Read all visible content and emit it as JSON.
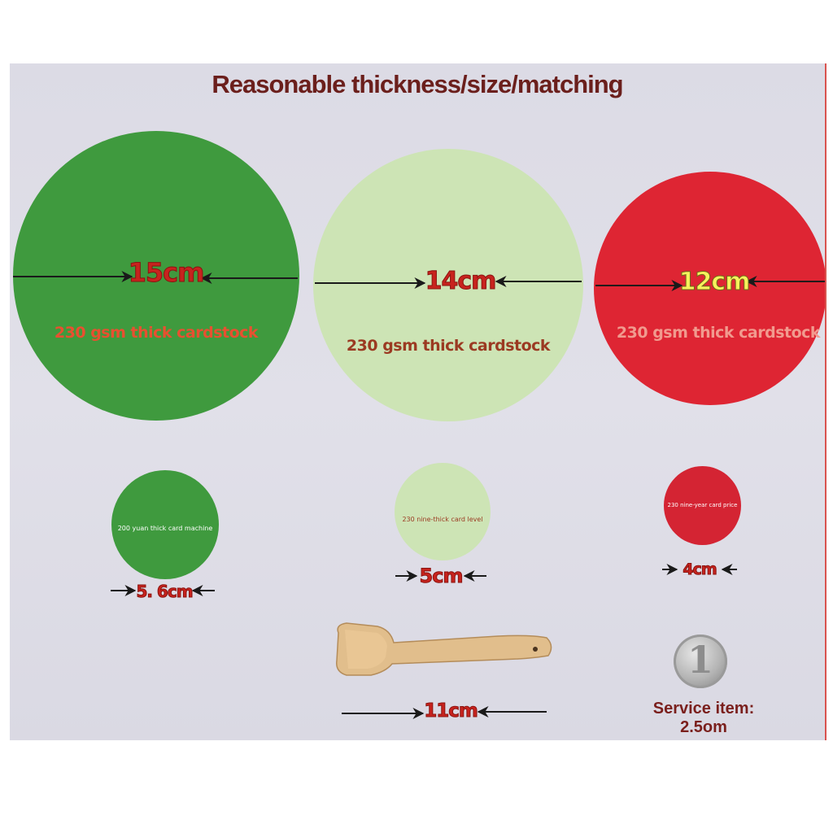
{
  "title": "Reasonable thickness/size/matching",
  "colors": {
    "dark_green": "#3f9a3e",
    "light_green": "#cde4b5",
    "red": "#de2533",
    "label_red": "#c8231e",
    "label_yellow": "#f7f25c"
  },
  "large_circles": [
    {
      "diameter_label": "15cm",
      "material": "230 gsm thick cardstock"
    },
    {
      "diameter_label": "14cm",
      "material": "230 gsm thick cardstock"
    },
    {
      "diameter_label": "12cm",
      "material": "230 gsm thick cardstock"
    }
  ],
  "small_circles": [
    {
      "label": "200 yuan thick card machine",
      "diameter_label": "5. 6cm"
    },
    {
      "label": "230 nine-thick card level",
      "diameter_label": "5cm"
    },
    {
      "label": "230 nine-year card price",
      "diameter_label": "4cm"
    }
  ],
  "spatula": {
    "length_label": "11cm"
  },
  "coin": {
    "caption": "Service item: 2.5om"
  }
}
